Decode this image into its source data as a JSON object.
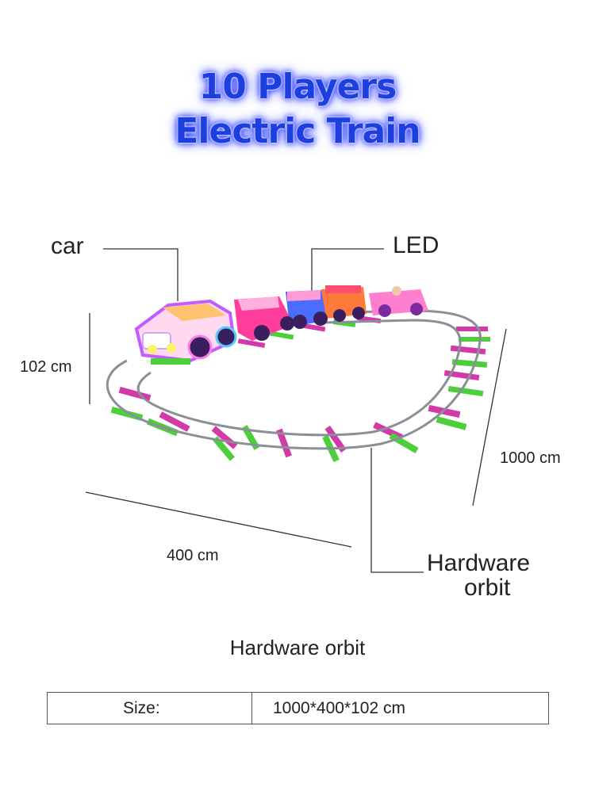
{
  "title": {
    "line1": "10 Players",
    "line2": "Electric Train"
  },
  "callouts": {
    "car": "car",
    "led": "LED",
    "hardware_orbit_line1": "Hardware",
    "hardware_orbit_line2": "orbit"
  },
  "dimensions": {
    "height": "102 cm",
    "length": "1000 cm",
    "width": "400 cm"
  },
  "caption": "Hardware orbit",
  "spec_table": {
    "label": "Size:",
    "value": "1000*400*102 cm"
  },
  "colors": {
    "title": "#1d3fe0",
    "track": "#8a8f98",
    "sleeper_pink": "#d33aa8",
    "sleeper_green": "#4ccf3a"
  }
}
